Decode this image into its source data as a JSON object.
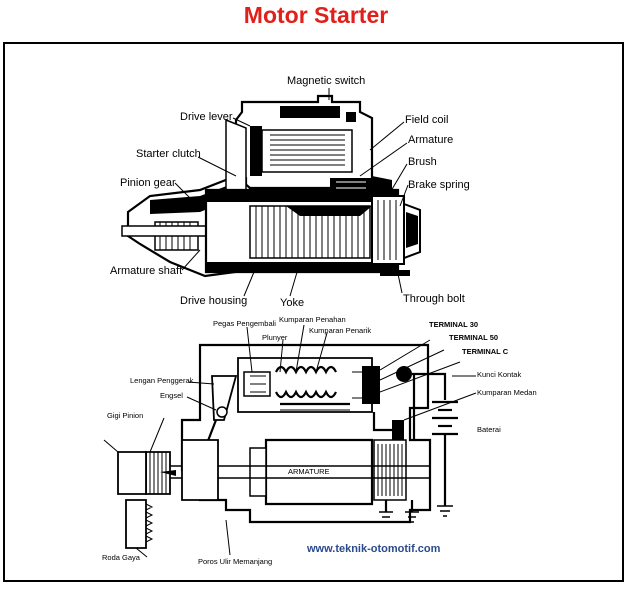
{
  "title": "Motor Starter",
  "colors": {
    "title": "#e0201b",
    "website": "#2a4a8c",
    "ink": "#000000"
  },
  "top_diagram": {
    "labels": {
      "magnetic_switch": "Magnetic switch",
      "drive_lever": "Drive lever",
      "starter_clutch": "Starter clutch",
      "pinion_gear": "Pinion gear",
      "armature_shaft": "Armature shaft",
      "drive_housing": "Drive housing",
      "yoke": "Yoke",
      "through_bolt": "Through bolt",
      "field_coil": "Field coil",
      "armature": "Armature",
      "brush": "Brush",
      "brake_spring": "Brake spring"
    }
  },
  "bottom_diagram": {
    "labels": {
      "pegas_pengembali": "Pegas Pengembali",
      "kumparan_penahan": "Kumparan Penahan",
      "kumparan_penarik": "Kumparan Penarik",
      "plunyer": "Plunyer",
      "terminal_30": "TERMINAL 30",
      "terminal_50": "TERMINAL 50",
      "terminal_c": "TERMINAL C",
      "kunci_kontak": "Kunci Kontak",
      "kumparan_medan": "Kumparan Medan",
      "baterai": "Baterai",
      "lengan_penggerak": "Lengan Penggerak",
      "engsel": "Engsel",
      "gigi_pinion": "Gigi Pinion",
      "armature": "ARMATURE",
      "roda_gaya": "Roda Gaya",
      "poros_ulir": "Poros Ulir Memanjang"
    },
    "website": "www.teknik-otomotif.com"
  }
}
